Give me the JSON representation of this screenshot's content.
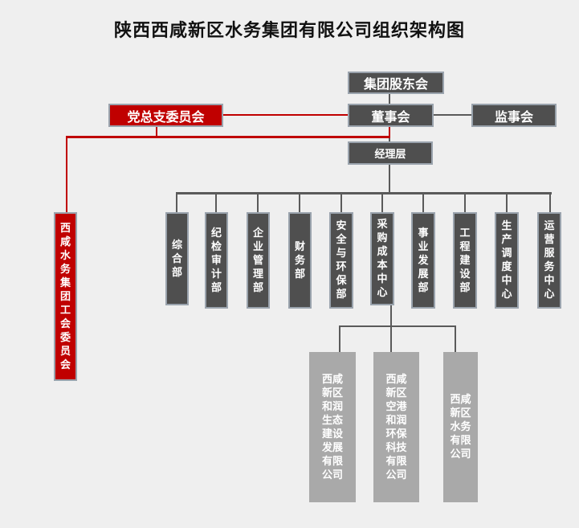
{
  "title": "陕西西咸新区水务集团有限公司组织架构图",
  "nodes": {
    "shareholders": "集团股东会",
    "board": "董事会",
    "supervisors": "监事会",
    "party": "党总支委员会",
    "management": "经理层",
    "union": "西咸水务集团工会委员会",
    "departments": [
      "综合部",
      "纪检审计部",
      "企业管理部",
      "财务部",
      "安全与环保部",
      "采购成本中心",
      "事业发展部",
      "工程建设部",
      "生产调度中心",
      "运营服务中心"
    ],
    "subsidiaries": [
      "西咸新区和润生态建设发展有限公司",
      "西咸新区空港和润环保科技有限公司",
      "西咸新区水务有限公司"
    ]
  },
  "colors": {
    "dark_box": "#4f4f4f",
    "party_red": "#c00000",
    "subsidiary_grey": "#a9a9a9"
  }
}
